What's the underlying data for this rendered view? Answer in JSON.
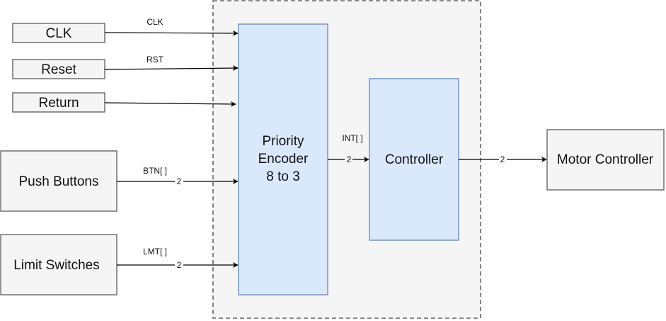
{
  "colors": {
    "input_fill": "#f5f5f5",
    "input_stroke": "#666666",
    "block_fill": "#dae8fc",
    "block_stroke": "#6c8ebf",
    "container_fill": "#f5f5f5",
    "container_stroke": "#666666",
    "wire": "#000000"
  },
  "inputs": {
    "clk": "CLK",
    "reset": "Reset",
    "return": "Return",
    "push_buttons": "Push Buttons",
    "limit_switches": "Limit Switches"
  },
  "blocks": {
    "encoder_line1": "Priority",
    "encoder_line2": "Encoder",
    "encoder_line3": "8 to 3",
    "controller": "Controller",
    "motor_controller": "Motor Controller"
  },
  "signals": {
    "clk": "CLK",
    "rst": "RST",
    "btn": "BTN[ ]",
    "lmt": "LMT[ ]",
    "int": "INT[ ]"
  },
  "bus_widths": {
    "btn": "2",
    "lmt": "2",
    "int": "2",
    "out": "2"
  }
}
